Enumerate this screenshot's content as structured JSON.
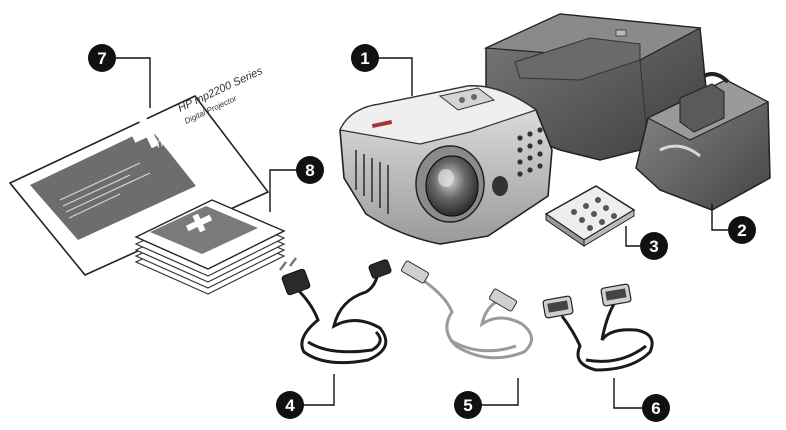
{
  "document": {
    "title": "HP mp2200 Series",
    "subtitle": "Digital Projector",
    "logo": "hp"
  },
  "callouts": [
    {
      "number": "1",
      "item": "projector"
    },
    {
      "number": "2",
      "item": "carrying-case"
    },
    {
      "number": "3",
      "item": "remote-control"
    },
    {
      "number": "4",
      "item": "power-cord"
    },
    {
      "number": "5",
      "item": "usb-cable"
    },
    {
      "number": "6",
      "item": "vga-cable"
    },
    {
      "number": "7",
      "item": "reference-guide"
    },
    {
      "number": "8",
      "item": "documentation-booklets"
    }
  ],
  "colors": {
    "callout_fill": "#111111",
    "projector_body": "#c9c9c9",
    "case_body": "#5a5a5a",
    "cable": "#1a1a1a",
    "usb_cable": "#9a9a9a"
  }
}
